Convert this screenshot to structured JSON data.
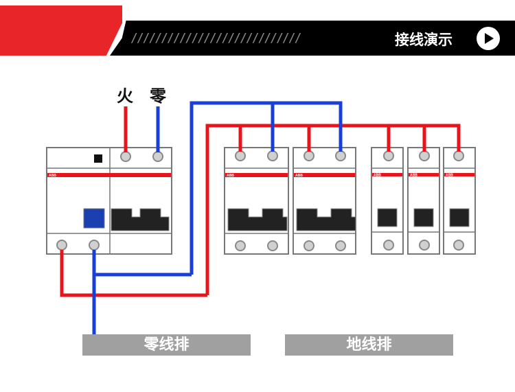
{
  "header": {
    "title": "接线演示",
    "slashes": "////////////////////////////",
    "play_icon": "play-icon"
  },
  "labels": {
    "live": "火",
    "neutral": "零"
  },
  "bars": {
    "neutral_bar": "零线排",
    "ground_bar": "地线排"
  },
  "brand": "ABB",
  "colors": {
    "live_wire": "#e8141c",
    "neutral_wire": "#1a3fd6",
    "accent_red": "#e8262a",
    "header_black": "#000000"
  }
}
